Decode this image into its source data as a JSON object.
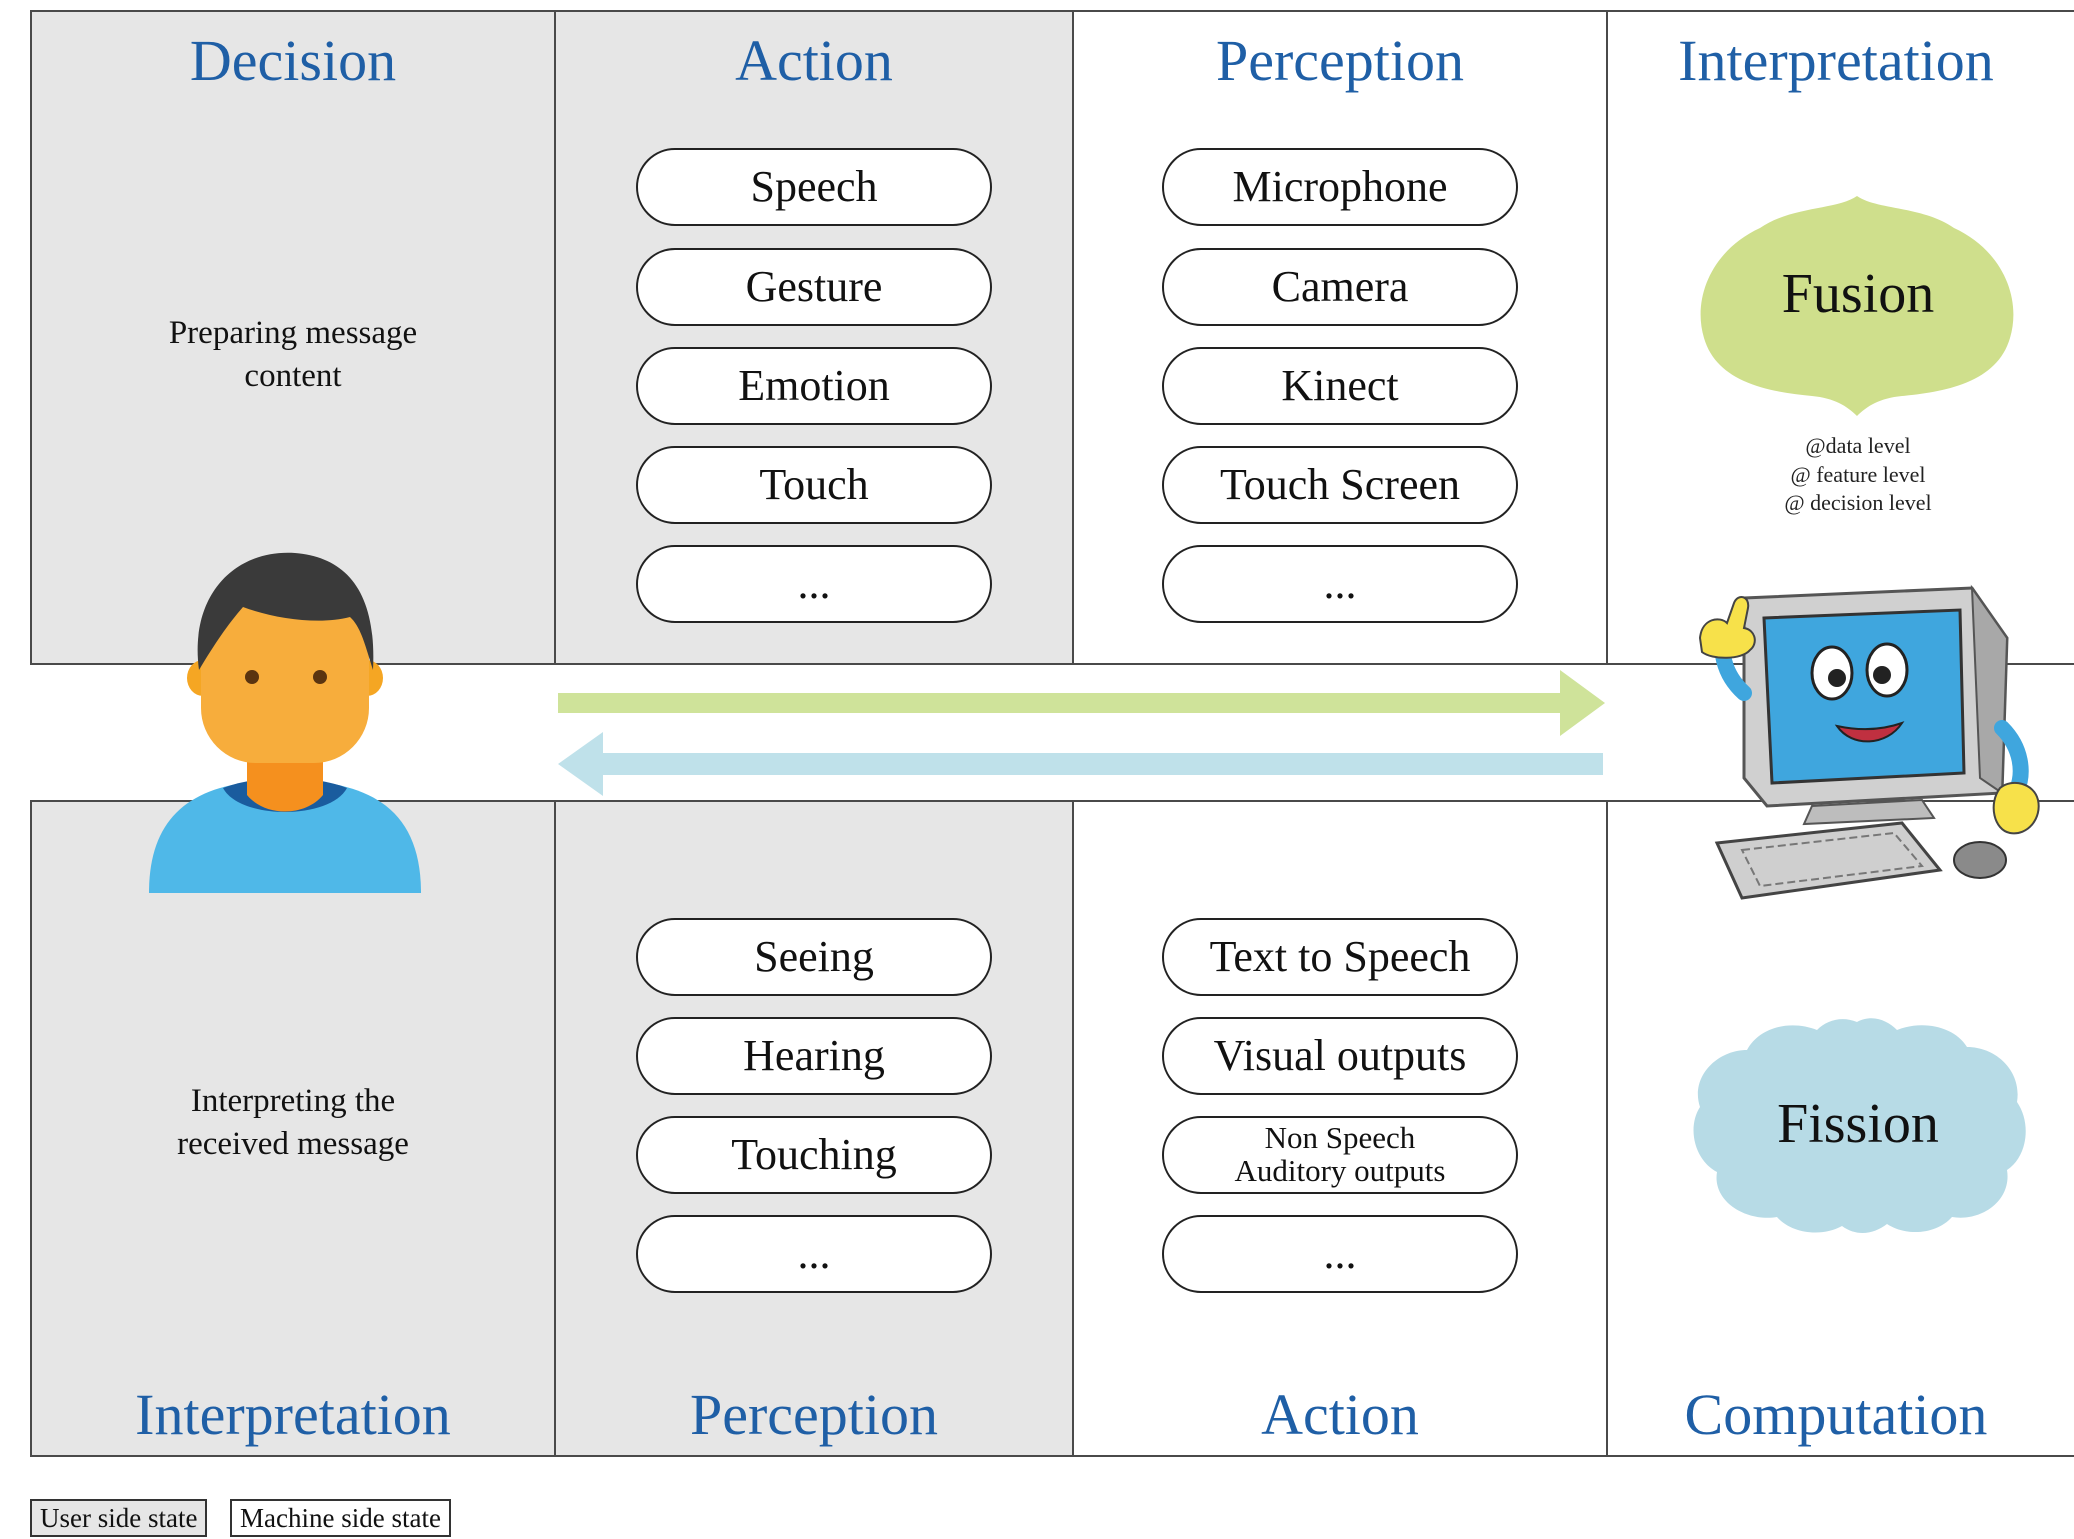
{
  "top": {
    "decision": {
      "title": "Decision",
      "note": [
        "Preparing message",
        "content"
      ]
    },
    "action": {
      "title": "Action",
      "items": [
        "Speech",
        "Gesture",
        "Emotion",
        "Touch",
        "..."
      ]
    },
    "perception": {
      "title": "Perception",
      "items": [
        "Microphone",
        "Camera",
        "Kinect",
        "Touch Screen",
        "..."
      ]
    },
    "interpretation": {
      "title": "Interpretation",
      "blob": "Fusion",
      "levels": [
        "@data level",
        "@ feature level",
        "@ decision level"
      ]
    }
  },
  "bottom": {
    "interpretation": {
      "title": "Interpretation",
      "note": [
        "Interpreting the",
        "received message"
      ]
    },
    "perception": {
      "title": "Perception",
      "items": [
        "Seeing",
        "Hearing",
        "Touching",
        "..."
      ]
    },
    "action": {
      "title": "Action",
      "items": [
        "Text to Speech",
        "Visual outputs",
        "Non Speech\nAuditory outputs",
        "..."
      ]
    },
    "computation": {
      "title": "Computation",
      "blob": "Fission"
    }
  },
  "legend": {
    "user": "User side state",
    "machine": "Machine side state"
  },
  "colors": {
    "grey_state": "#e6e6e6",
    "heading": "#1f5fa6",
    "fusion": "#cfdf8c",
    "fission": "#b7dbe6",
    "arrow_right": "#cfe39a",
    "arrow_left": "#bfe1ea"
  },
  "icons": {
    "user": "person-avatar-icon",
    "machine": "cartoon-computer-icon"
  }
}
